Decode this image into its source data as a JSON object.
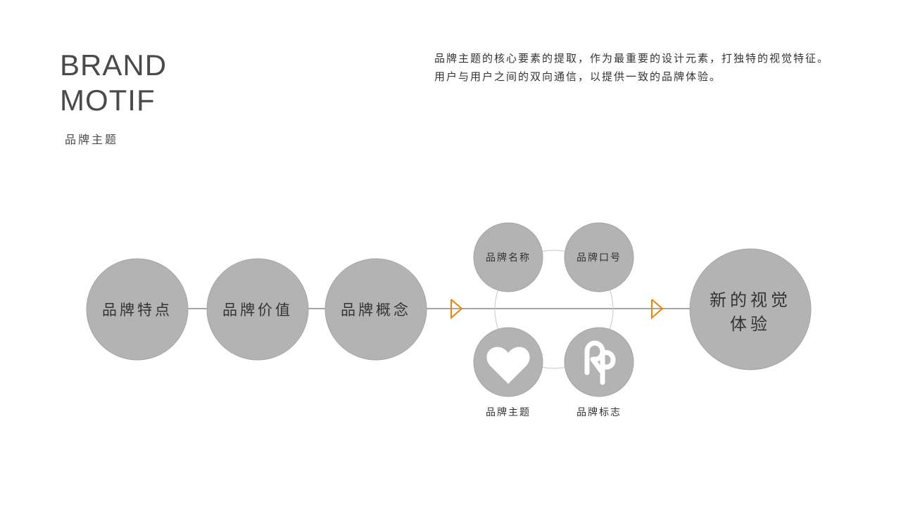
{
  "header": {
    "title_line1": "BRAND",
    "title_line2": "MOTIF",
    "subtitle": "品牌主题"
  },
  "description": {
    "line1": "品牌主题的核心要素的提取，作为最重要的设计元素，打独特的视觉特征。",
    "line2": "用户与用户之间的双向通信，以提供一致的品牌体验。"
  },
  "diagram": {
    "steps": [
      "品牌特点",
      "品牌价值",
      "品牌概念"
    ],
    "elements": {
      "name": "品牌名称",
      "slogan": "品牌口号",
      "motif": "品牌主题",
      "logo": "品牌标志"
    },
    "result_line1": "新的视觉",
    "result_line2": "体验"
  },
  "colors": {
    "circle_fill": "#b3b3b3",
    "line": "#a6a6a6",
    "arrow": "#f08300",
    "text": "#333333",
    "icon": "#ffffff"
  },
  "icons": {
    "motif": "heart-icon",
    "logo": "rp-logo-icon"
  }
}
